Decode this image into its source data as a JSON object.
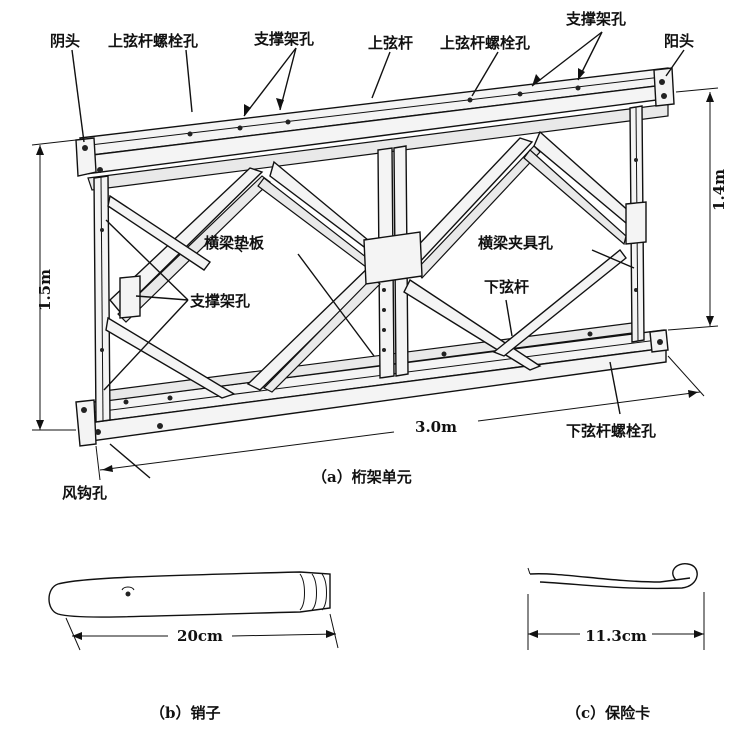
{
  "labels": {
    "female_end": "阴头",
    "top_chord_bolt_hole_left": "上弦杆螺栓孔",
    "brace_frame_hole_top_left": "支撑架孔",
    "top_chord": "上弦杆",
    "top_chord_bolt_hole_right": "上弦杆螺栓孔",
    "brace_frame_hole_top_right": "支撑架孔",
    "male_end": "阳头",
    "transom_pad": "横梁垫板",
    "transom_clamp_hole": "横梁夹具孔",
    "brace_frame_hole_mid": "支撑架孔",
    "bottom_chord": "下弦杆",
    "bottom_chord_bolt_hole": "下弦杆螺栓孔",
    "wind_hook_hole": "风钩孔"
  },
  "dimensions": {
    "height_left": "1.5m",
    "height_right": "1.4m",
    "length": "3.0m",
    "pin_length": "20cm",
    "clip_length": "11.3cm"
  },
  "captions": {
    "a": "（a）桁架单元",
    "b": "（b）销子",
    "c": "（c）保险卡"
  }
}
